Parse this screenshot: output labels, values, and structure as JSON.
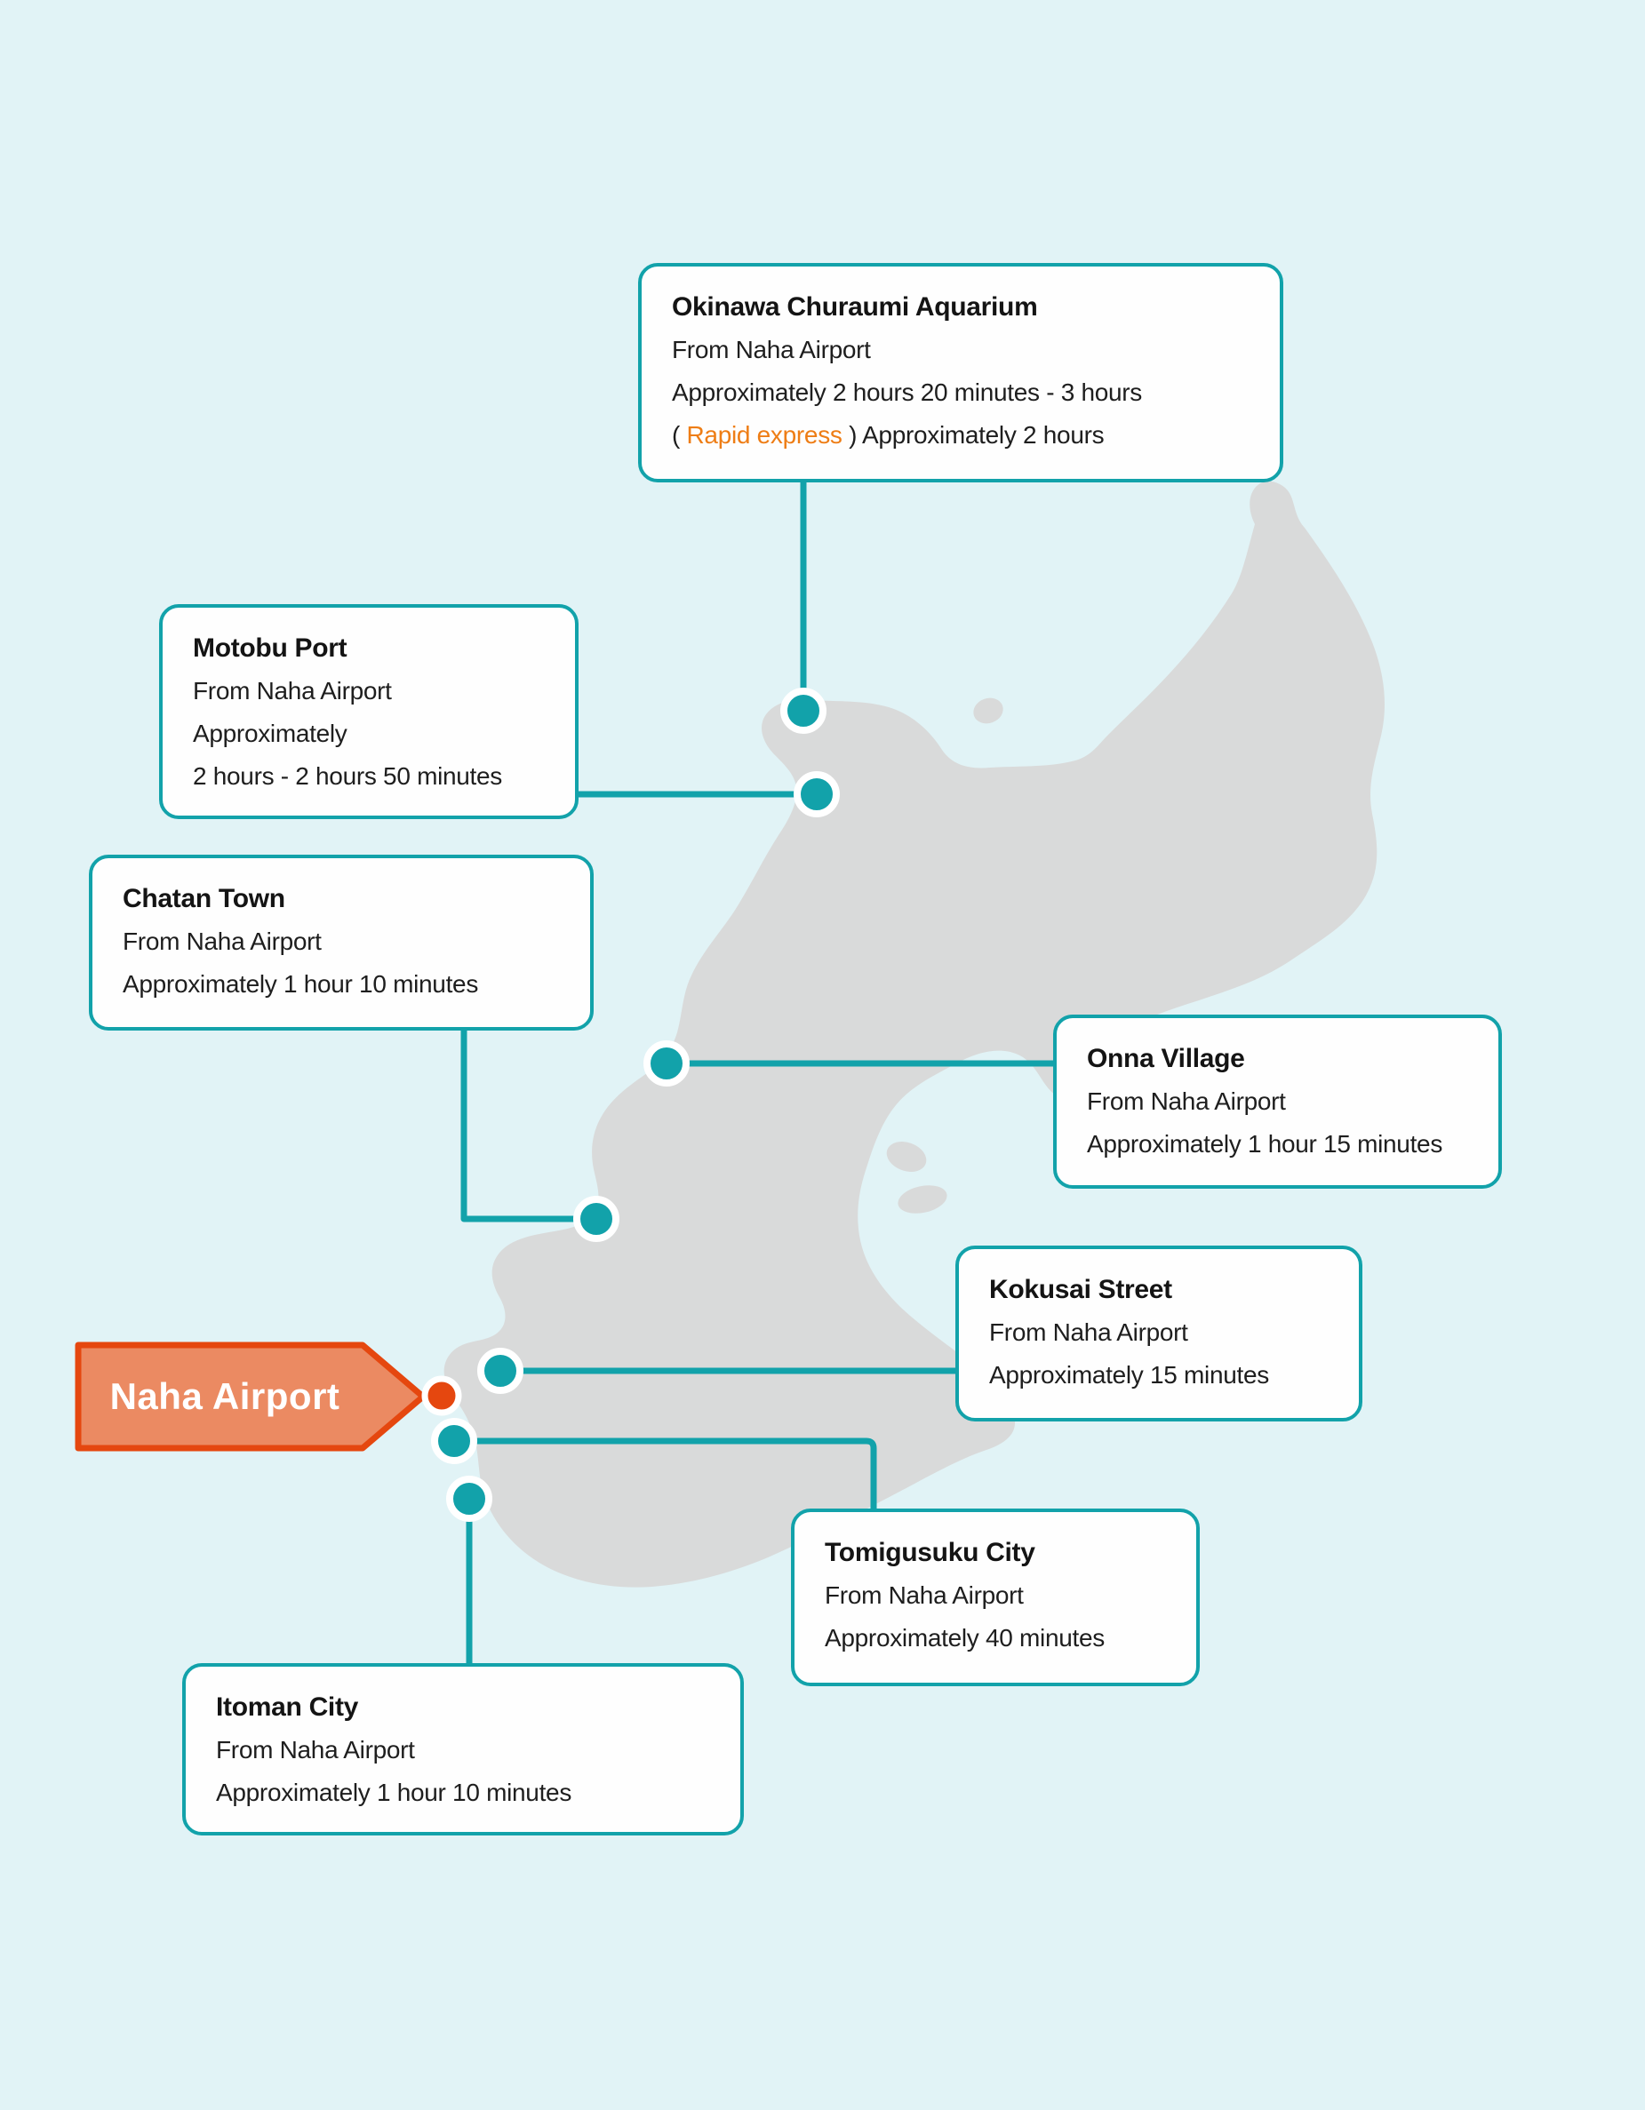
{
  "palette": {
    "background": "#E1F3F6",
    "island_gray": "#D9DADA",
    "teal": "#12A2AA",
    "box_background": "#FEFEFE",
    "text_dark": "#141414",
    "accent_orange_text": "#EE7D15",
    "arrow_fill": "#EB8A62",
    "arrow_border": "#E5470F"
  },
  "naha": {
    "label": "Naha Airport"
  },
  "callouts": [
    {
      "id": "churaumi",
      "title": "Okinawa Churaumi Aquarium",
      "lines": [
        "From Naha Airport",
        "Approximately 2 hours 20 minutes - 3 hours"
      ],
      "accent_line": {
        "prefix": "( ",
        "accent": "Rapid express",
        "suffix": " ) Approximately 2 hours"
      }
    },
    {
      "id": "motobu",
      "title": "Motobu Port",
      "lines": [
        "From Naha Airport",
        "Approximately",
        "2 hours - 2 hours 50 minutes"
      ]
    },
    {
      "id": "chatan",
      "title": "Chatan Town",
      "lines": [
        "From Naha Airport",
        "Approximately 1 hour 10 minutes"
      ]
    },
    {
      "id": "onna",
      "title": "Onna Village",
      "lines": [
        "From Naha Airport",
        "Approximately 1 hour 15 minutes"
      ]
    },
    {
      "id": "kokusai",
      "title": "Kokusai Street",
      "lines": [
        "From Naha Airport",
        "Approximately 15 minutes"
      ]
    },
    {
      "id": "tomigusuku",
      "title": "Tomigusuku City",
      "lines": [
        "From Naha Airport",
        "Approximately 40 minutes"
      ]
    },
    {
      "id": "itoman",
      "title": "Itoman City",
      "lines": [
        "From Naha Airport",
        "Approximately 1 hour 10 minutes"
      ]
    }
  ]
}
